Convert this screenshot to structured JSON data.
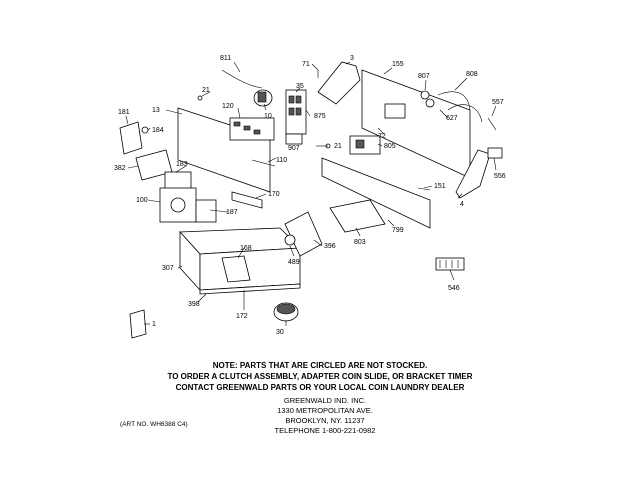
{
  "callouts": [
    "811",
    "71",
    "3",
    "155",
    "807",
    "808",
    "557",
    "21",
    "10",
    "35",
    "875",
    "181",
    "13",
    "120",
    "627",
    "184",
    "907",
    "72",
    "805",
    "21",
    "382",
    "183",
    "110",
    "556",
    "151",
    "170",
    "100",
    "187",
    "4",
    "168",
    "396",
    "803",
    "799",
    "307",
    "489",
    "546",
    "398",
    "172",
    "1",
    "30"
  ],
  "note_lines": [
    "NOTE: PARTS THAT ARE CIRCLED ARE NOT STOCKED.",
    "TO ORDER A CLUTCH ASSEMBLY, ADAPTER COIN SLIDE, OR BRACKET TIMER",
    "CONTACT GREENWALD PARTS OR YOUR LOCAL COIN LAUNDRY DEALER"
  ],
  "address_lines": [
    "GREENWALD IND. INC.",
    "1330 METROPOLITAN AVE.",
    "BROOKLYN, NY. 11237",
    "TELEPHONE 1-800-221-0982"
  ],
  "art_number": "(ART NO. WH6388 C4)"
}
